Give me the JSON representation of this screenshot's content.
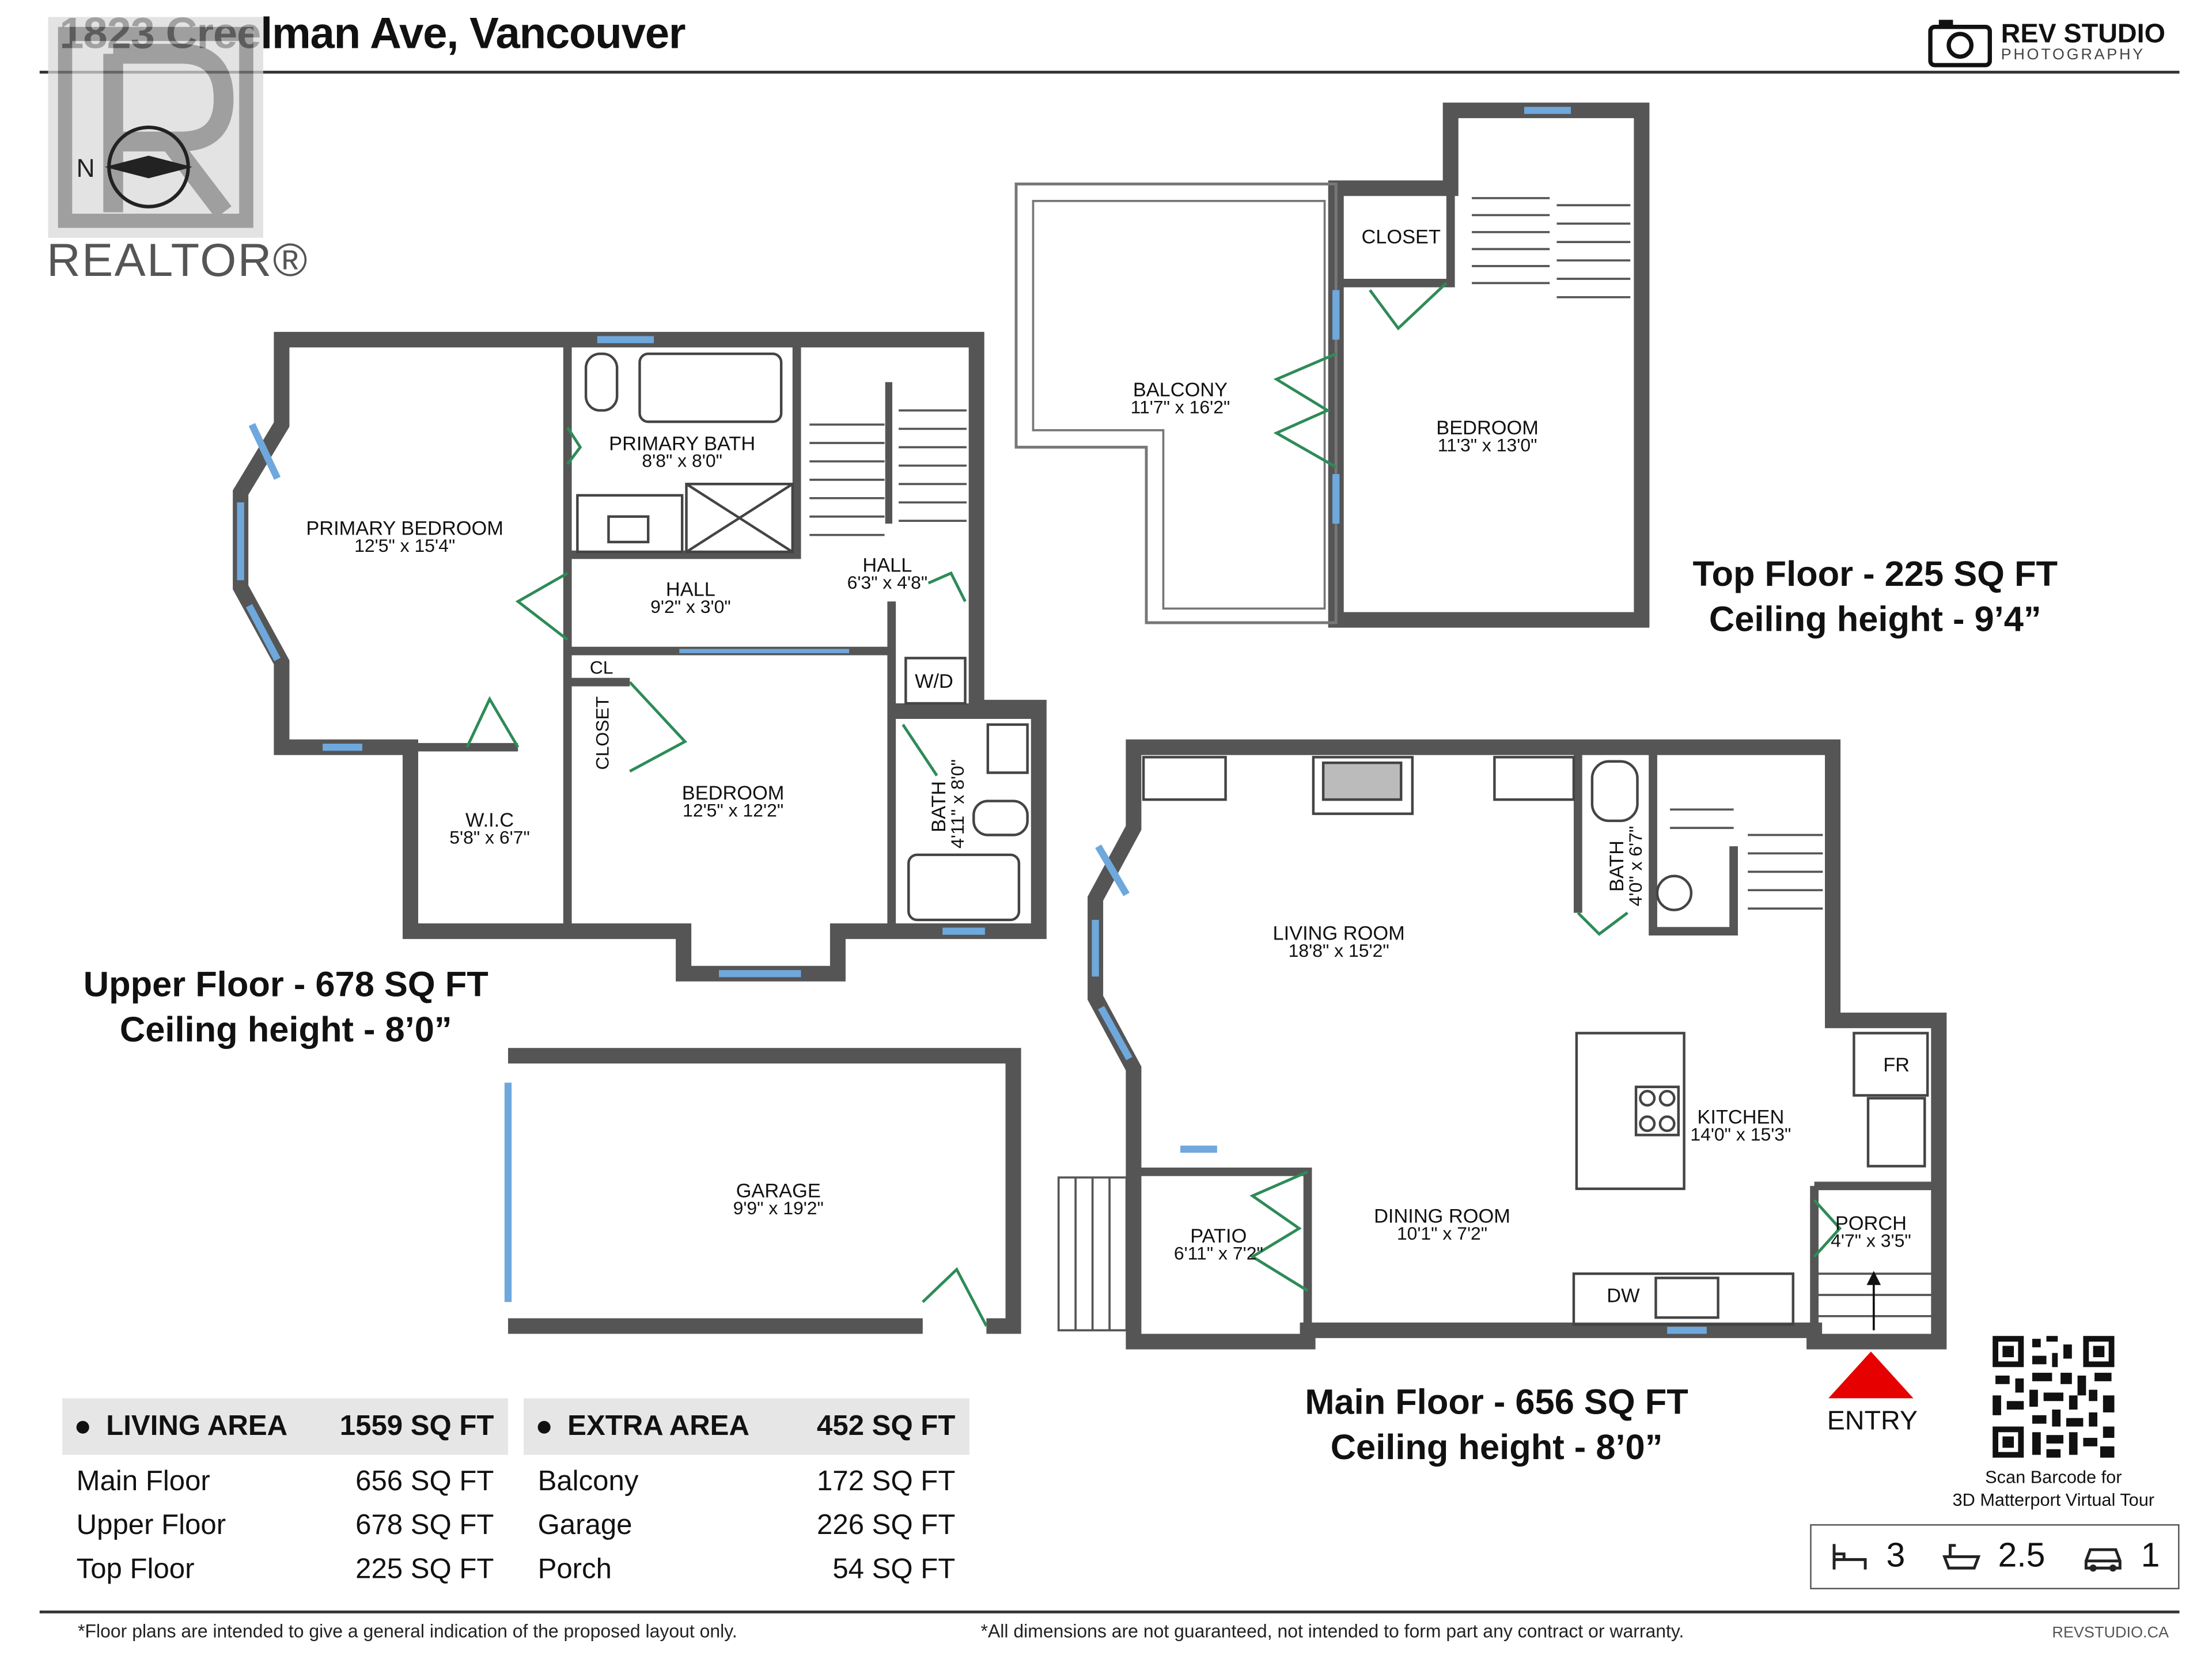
{
  "header": {
    "address": "1823 Creelman Ave, Vancouver",
    "brand_main": "REV STUDIO",
    "brand_sub": "PHOTOGRAPHY",
    "realtor_mark": "REALTOR®",
    "compass_letter": "N"
  },
  "upper_floor": {
    "label_line1": "Upper Floor - 678 SQ FT",
    "label_line2": "Ceiling height - 8’0”",
    "rooms": [
      {
        "name": "PRIMARY BEDROOM",
        "dims": "12'5\" x 15'4\""
      },
      {
        "name": "PRIMARY BATH",
        "dims": "8'8\" x 8'0\""
      },
      {
        "name": "HALL",
        "dims": "9'2\" x 3'0\""
      },
      {
        "name": "HALL",
        "dims": "6'3\" x 4'8\""
      },
      {
        "name": "BEDROOM",
        "dims": "12'5\" x 12'2\""
      },
      {
        "name": "W.I.C",
        "dims": "5'8\" x 6'7\""
      },
      {
        "name": "BATH",
        "dims": "4'11\" x 8'0\""
      }
    ],
    "labels": {
      "cl": "CL",
      "closet": "CLOSET",
      "wd": "W/D"
    }
  },
  "top_floor": {
    "label_line1": "Top Floor - 225 SQ FT",
    "label_line2": "Ceiling height - 9’4”",
    "rooms": [
      {
        "name": "BALCONY",
        "dims": "11'7\" x 16'2\""
      },
      {
        "name": "BEDROOM",
        "dims": "11'3\" x 13'0\""
      }
    ],
    "labels": {
      "closet": "CLOSET"
    }
  },
  "garage": {
    "name": "GARAGE",
    "dims": "9'9\" x 19'2\""
  },
  "main_floor": {
    "label_line1": "Main Floor - 656 SQ FT",
    "label_line2": "Ceiling height - 8’0”",
    "rooms": [
      {
        "name": "LIVING ROOM",
        "dims": "18'8\" x 15'2\""
      },
      {
        "name": "KITCHEN",
        "dims": "14'0\" x 15'3\""
      },
      {
        "name": "DINING ROOM",
        "dims": "10'1\" x 7'2\""
      },
      {
        "name": "PATIO",
        "dims": "6'11\" x 7'2\""
      },
      {
        "name": "PORCH",
        "dims": "4'7\" x 3'5\""
      },
      {
        "name": "BATH",
        "dims": "4'0\" x 6'7\""
      }
    ],
    "labels": {
      "fr": "FR",
      "dw": "DW",
      "entry": "ENTRY"
    }
  },
  "living_area": {
    "title": "LIVING AREA",
    "total": "1559 SQ FT",
    "rows": [
      {
        "label": "Main Floor",
        "value": "656 SQ FT"
      },
      {
        "label": "Upper Floor",
        "value": "678 SQ FT"
      },
      {
        "label": "Top Floor",
        "value": "225 SQ FT"
      }
    ]
  },
  "extra_area": {
    "title": "EXTRA AREA",
    "total": "452 SQ FT",
    "rows": [
      {
        "label": "Balcony",
        "value": "172 SQ FT"
      },
      {
        "label": "Garage",
        "value": "226 SQ FT"
      },
      {
        "label": "Porch",
        "value": "54 SQ FT"
      }
    ]
  },
  "summary": {
    "bedrooms": "3",
    "bathrooms": "2.5",
    "parking": "1"
  },
  "qr_caption_line1": "Scan Barcode for",
  "qr_caption_line2": "3D Matterport Virtual Tour",
  "footer": {
    "left": "*Floor plans are intended to give a general indication of the proposed layout only.",
    "middle": "*All dimensions are not guaranteed, not intended to form part any contract or warranty.",
    "right": "REVSTUDIO.CA"
  },
  "colors": {
    "wall": "#555555",
    "door": "#2e8b57",
    "window": "#6fa8dc",
    "entry_arrow": "#e60000"
  }
}
